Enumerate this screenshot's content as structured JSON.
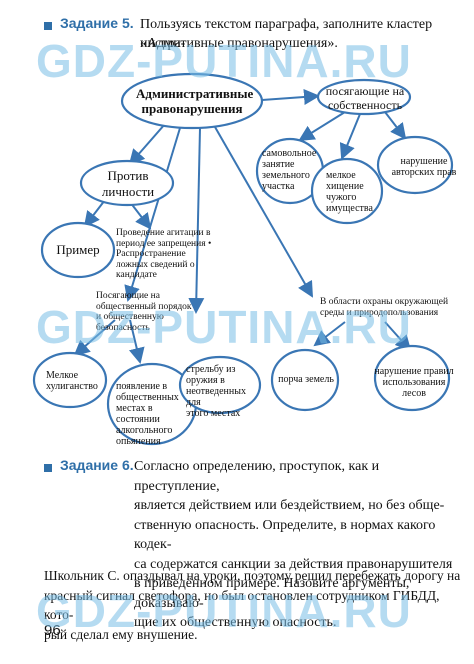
{
  "task5": {
    "label": "Задание 5.",
    "line1": "Пользуясь текстом параграфа, заполните кластер «Адми-",
    "line2": "нистративные правонарушения»."
  },
  "cluster": {
    "center": [
      "Административные",
      "правонарушения"
    ],
    "property": [
      "посягающие на",
      "собственность"
    ],
    "against": [
      "Против",
      "личности"
    ],
    "example": "Пример",
    "agitation": [
      "Проведение агитации в",
      "период ее запрещения •",
      "Распространение",
      "ложных сведений о",
      "кандидате"
    ],
    "public_order": [
      "Посягающие на",
      "общественный порядок",
      "и общественную",
      "безопасность"
    ],
    "self_seizure": [
      "самовольное",
      "занятие",
      "земельного",
      "участка"
    ],
    "petty_theft": [
      "мелкое",
      "хищение",
      "чужого",
      "имущества"
    ],
    "copyright": [
      "нарушение",
      "авторских прав"
    ],
    "environment": [
      "В области охраны окружающей",
      "среды и природопользования"
    ],
    "hooliganism": [
      "Мелкое",
      "хулиганство"
    ],
    "drunk": [
      "появление в",
      "общественных",
      "местах в состоянии",
      "алкогольного",
      "опьянения"
    ],
    "shooting": [
      "стрельбу из",
      "оружия в",
      "неотведенных для",
      "этого местах"
    ],
    "soil_damage": [
      "порча земель"
    ],
    "waste_rules": [
      "нарушение правил",
      "использования",
      "лесов"
    ]
  },
  "task6": {
    "label": "Задание 6.",
    "lines": [
      "Согласно определению, проступок, как и преступление,",
      "является действием или бездействием, но без обще-",
      "ственную опасность. Определите, в нормах какого кодек-",
      "са содержатся санкции за действия правонарушителя",
      "в приведённом примере. Назовите аргументы, доказываю-",
      "щие их общественную опасность."
    ]
  },
  "story": [
    "Школьник С. опаздывал на уроки, поэтому решил перебежать дорогу на",
    "красный сигнал светофора, но был остановлен сотрудником ГИБДД, кото-",
    "рый сделал ему внушение."
  ],
  "watermarks": [
    "GDZ-PUTINA.RU",
    "GDZ-PUTINA.RU",
    "GDZ-PUTINA.RU"
  ],
  "page_number": "96",
  "colors": {
    "accent": "#2f6fa8",
    "node_stroke": "#3a76b4",
    "watermark": "#78bee6"
  }
}
